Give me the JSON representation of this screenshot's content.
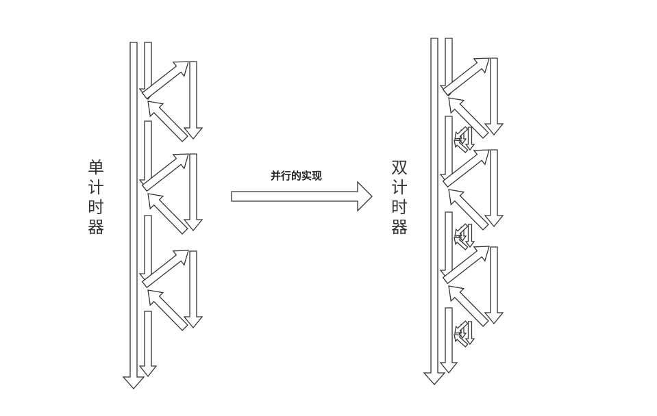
{
  "labels": {
    "left": "单计时器",
    "right": "双计时器",
    "middle": "并行的实现"
  },
  "colors": {
    "stroke": "#333333",
    "fill": "#ffffff",
    "text": "#333333"
  }
}
